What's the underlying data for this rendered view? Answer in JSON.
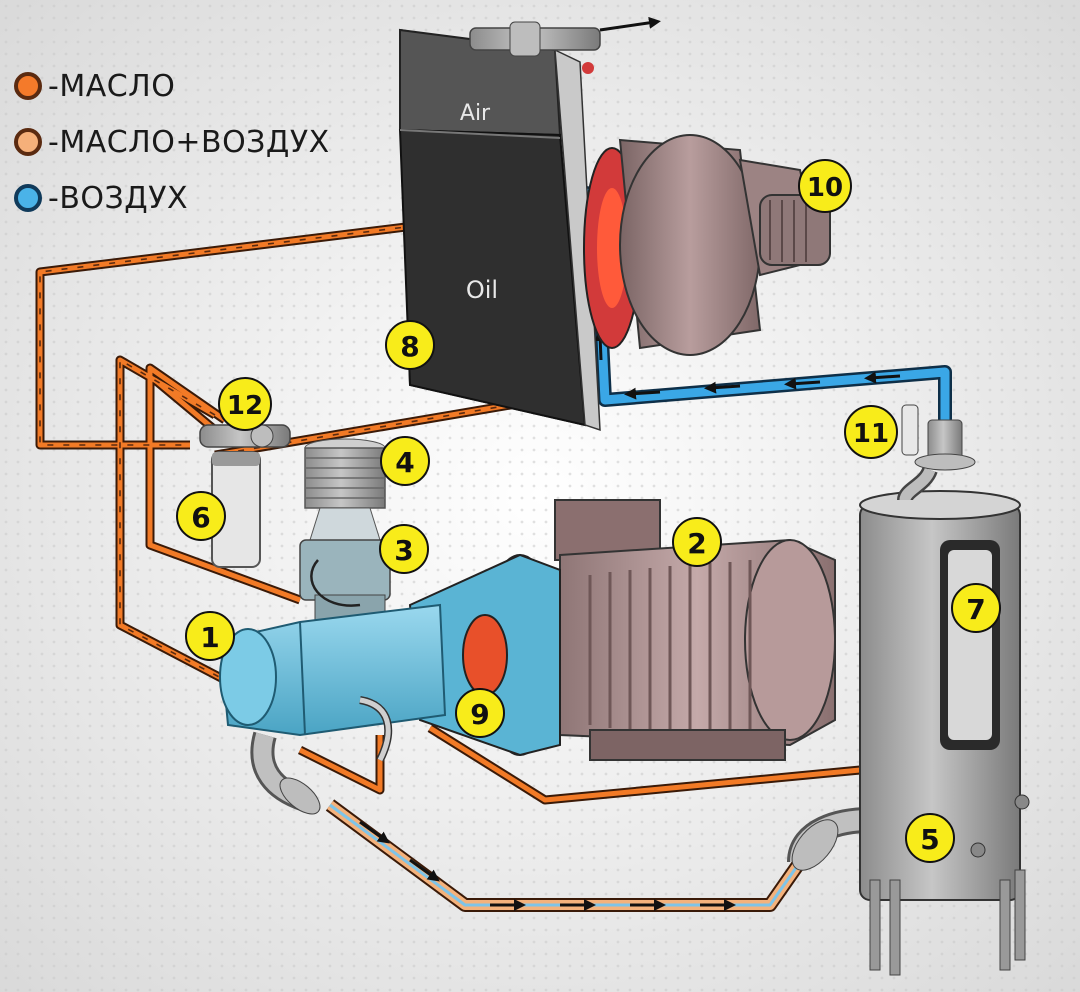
{
  "legend": [
    {
      "label": "-МАСЛО",
      "fill": "#f47a2a",
      "border": "#5a2a10"
    },
    {
      "label": "-МАСЛО+ВОЗДУХ",
      "fill": "#f5b07a",
      "border": "#5a2a10"
    },
    {
      "label": "-ВОЗДУХ",
      "fill": "#4ab3e8",
      "border": "#103a5a"
    }
  ],
  "cooler": {
    "air_label": "Air",
    "oil_label": "Oil"
  },
  "callouts": {
    "c1": "1",
    "c2": "2",
    "c3": "3",
    "c4": "4",
    "c5": "5",
    "c6": "6",
    "c7": "7",
    "c8": "8",
    "c9": "9",
    "c10": "10",
    "c11": "11",
    "c12": "12"
  },
  "colors": {
    "oil": "#f07020",
    "oil_air": "#f4b27c",
    "air": "#3aa7e6",
    "callout_fill": "#f8ec1a",
    "compressor": "#6fc3df",
    "motor": "#b79a9a",
    "tank": "#a7a7a7",
    "cooler": "#3d3d3d"
  }
}
